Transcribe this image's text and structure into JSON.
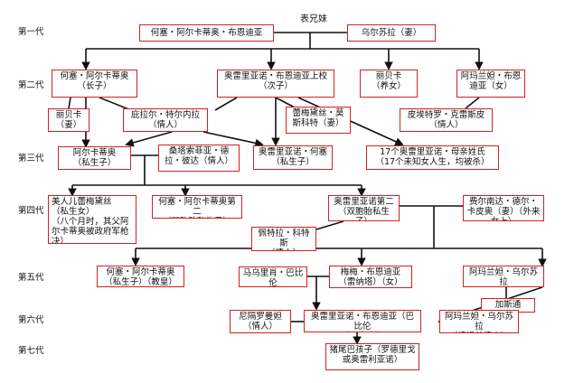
{
  "title": "表兄妹",
  "generations": [
    "第一代",
    "第二代",
    "第三代",
    "第四代",
    "第五代",
    "第六代",
    "第七代"
  ],
  "people": {
    "g1_father": "何塞・阿尔卡蒂奥・布恩迪亚",
    "g1_mother": "乌尔苏拉（妻）",
    "g2_son1": "何塞・阿尔卡蒂奥\n（长子）",
    "g2_son1_wife": "丽贝卡\n（妻）",
    "g2_son2": "奥雷里亚诺・布恩迪亚上校\n（次子）",
    "g2_lover1": "庇拉尔・特尔内拉\n（情人）",
    "g2_wife2": "蕾梅黛丝・莫斯科特（妻）",
    "g2_adopted": "丽贝卡\n（养女）",
    "g2_daughter": "阿玛兰妲・布恩迪亚（女）",
    "g2_lover2": "皮埃特罗・克雷斯皮（情人）",
    "g3_son1": "阿尔卡蒂奥\n（私生子）",
    "g3_wife": "桑塔索菲亚・德拉・彼达（情人）",
    "g3_son2": "奥雷里亚诺・何塞\n（私生子）",
    "g3_seventeen": "17个奥雷里亚诺・母亲姓氏\n（17个未知女人生，均被杀）",
    "g4_remedios": "美人儿蕾梅黛丝\n（私生女）\n（八个月时，其父阿尔卡蒂奥被政府军枪决）",
    "g4_twin1": "何塞・阿尔卡蒂奥第二\n（双胞胎私生子）",
    "g4_twin2": "奥雷里亚诺第二\n（双胞胎私生子）",
    "g4_lover": "佩特拉・科特斯\n（情人）",
    "g4_fernanda": "费尔南达・德尔・卡皮奥（妻）（外来女上）",
    "g5_son": "何塞・阿尔卡蒂奥\n（私生子）（教皇）",
    "g5_mauricio": "马乌里肖・巴比伦\n（情人）",
    "g5_meme": "梅梅・布恩迪亚\n（雷纳塔）（女）",
    "g5_amaranta": "阿玛兰妲・乌尔苏拉\n（次女）",
    "g5_gaston": "加斯通（夫）",
    "g6_nigromanta": "尼隔罗曼妲\n（情人）",
    "g6_aureliano": "奥雷里亚诺・布恩迪亚（巴比伦\n（私生子）",
    "g6_amaranta": "阿玛兰妲・乌尔苏拉\n（姨妈兼情人）",
    "g7_child": "猪尾巴孩子（罗德里戈或奥雷利亚诺）"
  }
}
